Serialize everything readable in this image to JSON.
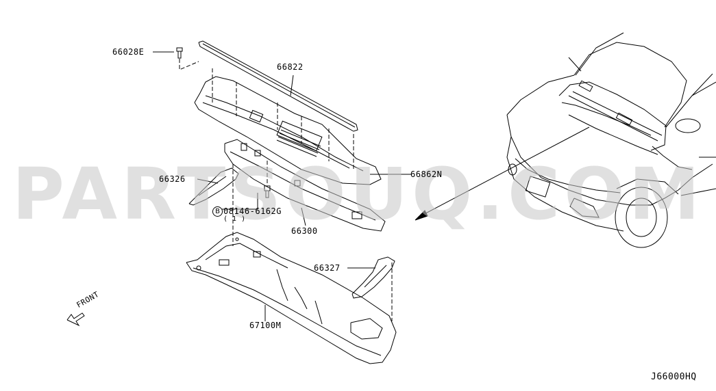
{
  "watermark": "PARTSOUQ.COM",
  "labels": {
    "p66028e": "66028E",
    "p66822": "66822",
    "p66862n": "66862N",
    "p66326": "66326",
    "p08146": "08146-6162G",
    "p08146_qty": "( 1 )",
    "p08146_prefix": "B",
    "p66300": "66300",
    "p66327": "66327",
    "p67100m": "67100M",
    "front": "FRONT",
    "diagram_code": "J66000HQ"
  },
  "colors": {
    "line": "#000000",
    "watermark": "#c8c8c8"
  }
}
